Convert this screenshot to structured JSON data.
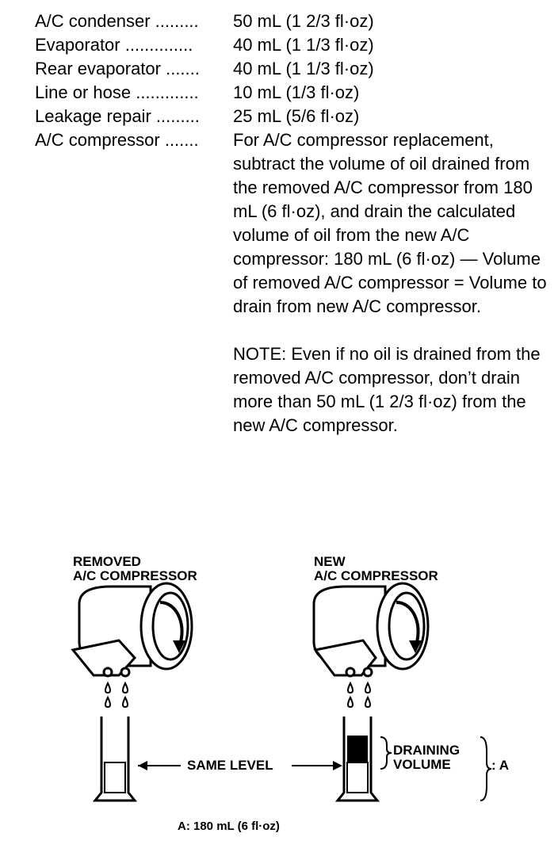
{
  "specs": [
    {
      "label": "A/C condenser",
      "dots": " .........",
      "value": "50 mL (1 2/3 fl·oz)"
    },
    {
      "label": "Evaporator",
      "dots": " ..............",
      "value": "40 mL (1 1/3 fl·oz)"
    },
    {
      "label": "Rear evaporator",
      "dots": " .......",
      "value": "40 mL (1 1/3 fl·oz)"
    },
    {
      "label": "Line or hose",
      "dots": " .............",
      "value": "10 mL (1/3 fl·oz)"
    },
    {
      "label": "Leakage repair",
      "dots": " .........",
      "value": "25 mL (5/6 fl·oz)"
    },
    {
      "label": "A/C compressor",
      "dots": " .......",
      "value": "For A/C compressor replacement,"
    }
  ],
  "compressor_text": "subtract the volume of oil drained from the removed A/C compressor from 180 mL (6 fl·oz), and drain the calculated volume of oil from the new A/C compressor: 180 mL (6 fl·oz) — Volume of removed A/C compressor = Volume to drain from new A/C compressor.",
  "note": "NOTE: Even if no oil is drained from the removed A/C compressor, don’t drain more than 50 mL (1 2/3 fl·oz) from the new A/C compressor.",
  "diagram": {
    "removed_title_1": "REMOVED",
    "removed_title_2": "A/C COMPRESSOR",
    "new_title_1": "NEW",
    "new_title_2": "A/C COMPRESSOR",
    "same_level": "SAME LEVEL",
    "draining_1": "DRAINING",
    "draining_2": "VOLUME",
    "a_label": ": A",
    "caption": "A: 180 mL (6 fl·oz)"
  }
}
